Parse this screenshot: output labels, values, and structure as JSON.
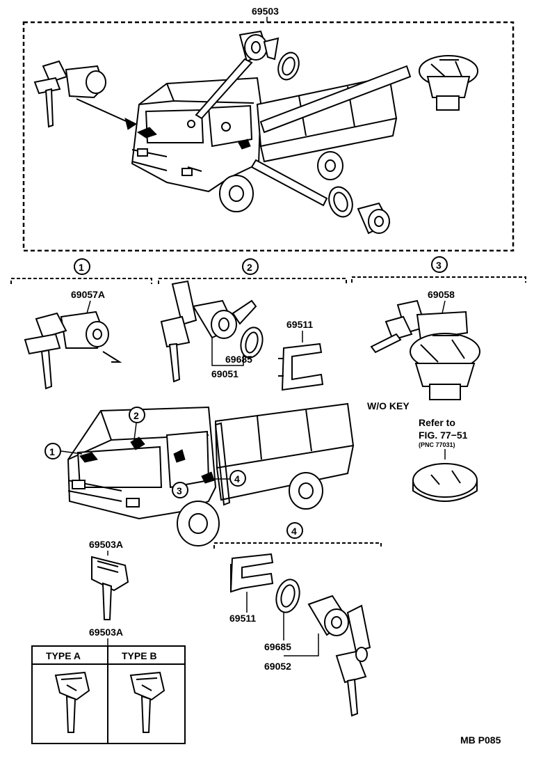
{
  "diagram": {
    "top_assembly_number": "69503",
    "group_numbers": [
      "1",
      "2",
      "3",
      "4"
    ],
    "parts": {
      "ignition_cylinder": "69057A",
      "door_lock_kit_left": "69051",
      "retainer_upper": "69511",
      "retainer_lower": "69511",
      "gasket_upper": "69685",
      "gasket_lower": "69685",
      "fuel_cap_lock": "69058",
      "door_lock_kit_right": "69052",
      "key_blank": "69503A",
      "key_types_header": "69503A"
    },
    "wo_key_label": "W/O KEY",
    "refer_line1": "Refer to",
    "refer_line2": "FIG. 77−51",
    "refer_line3": "(PNC 77031)",
    "type_a": "TYPE  A",
    "type_b": "TYPE  B",
    "figure_code": "MB  P085",
    "colors": {
      "ink": "#000000",
      "paper": "#ffffff"
    }
  }
}
